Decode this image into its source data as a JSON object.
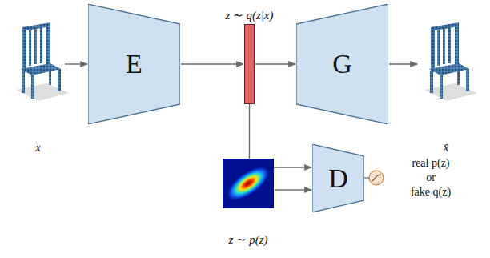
{
  "diagram": {
    "nodes": [
      {
        "text": [
          "x"
        ]
      },
      {
        "text": [
          "E"
        ]
      },
      {
        "text": [
          "z ∼ q(z|x)"
        ]
      },
      {
        "text": [
          "G"
        ]
      },
      {
        "text": [
          "x̂"
        ]
      },
      {
        "text": [
          "D"
        ]
      },
      {
        "text": [
          "z ∼ p(z)"
        ]
      }
    ],
    "edges": [
      {
        "from": 0,
        "to": 1,
        "arrow": "to"
      },
      {
        "from": 1,
        "to": 2,
        "arrow": "to"
      },
      {
        "from": 2,
        "to": 3,
        "arrow": "to"
      },
      {
        "from": 3,
        "to": 4,
        "arrow": "to"
      },
      {
        "from": 2,
        "to": 5,
        "arrow": "to"
      },
      {
        "from": 6,
        "to": 5,
        "arrow": "to"
      }
    ],
    "labels": [
      "real p(z)",
      "or",
      "fake q(z)"
    ]
  }
}
